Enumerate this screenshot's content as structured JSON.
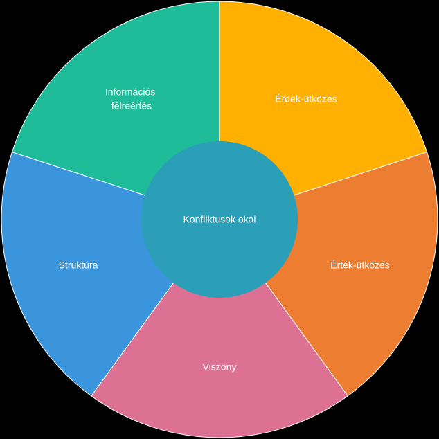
{
  "diagram": {
    "center": {
      "label": "Konfliktusok okai",
      "color": "#2B9FB8"
    },
    "segments": [
      {
        "id": "erdek-utkozes",
        "label_lines": [
          "Érdek-ütközés"
        ],
        "color": "#FFB000"
      },
      {
        "id": "ertek-utkozes",
        "label_lines": [
          "Érték-ütközés"
        ],
        "color": "#ED7D31"
      },
      {
        "id": "viszony",
        "label_lines": [
          "Viszony"
        ],
        "color": "#DD7194"
      },
      {
        "id": "struktura",
        "label_lines": [
          "Struktúra"
        ],
        "color": "#3A95DC"
      },
      {
        "id": "informacios-felreertes",
        "label_lines": [
          "Információs",
          "félreértés"
        ],
        "color": "#1FBC9A"
      }
    ],
    "separator_color": "#FFFFFF",
    "background": "#000000"
  }
}
